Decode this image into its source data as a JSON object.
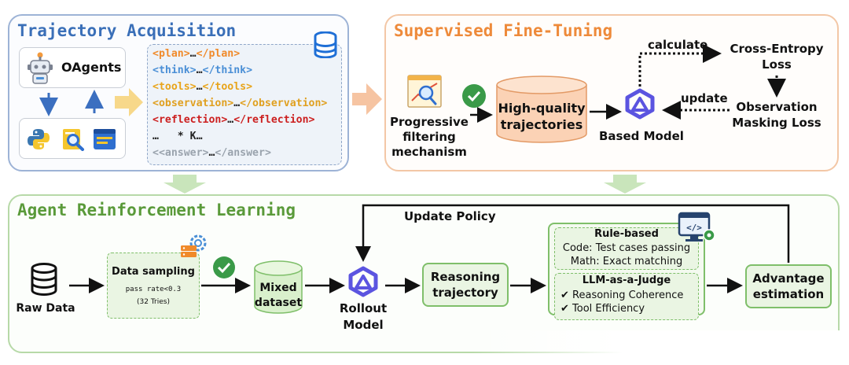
{
  "trajectory_acquisition": {
    "title": "Trajectory Acquisition",
    "agent_name": "OAgents",
    "tags": [
      {
        "open": "<plan>",
        "dots": "…",
        "close": "</plan>",
        "color": "#f08a2a"
      },
      {
        "open": "<think>",
        "dots": "…",
        "close": "</think>",
        "color": "#4a8fd6"
      },
      {
        "open": "<tools>",
        "dots": "…",
        "close": "</tools>",
        "color": "#e8a41a"
      },
      {
        "open": "<observation>",
        "dots": "…",
        "close": "</observation>",
        "color": "#e0a020"
      },
      {
        "open": "<reflection>",
        "dots": "…",
        "close": "</reflection>",
        "color": "#cc1f1f"
      },
      {
        "open": "…",
        "dots": "   * K",
        "close": "…",
        "color": "#222222"
      },
      {
        "open": "<<answer>",
        "dots": "…",
        "close": "</answer>",
        "color": "#9aa3ad"
      }
    ]
  },
  "sft": {
    "title": "Supervised Fine-Tuning",
    "filtering_label": "Progressive\nfiltering\nmechanism",
    "hq_label": "High-quality\ntrajectories",
    "based_model": "Based Model",
    "calculate": "calculate",
    "update": "update",
    "ce_loss": "Cross-Entropy\nLoss",
    "obs_loss": "Observation\nMasking Loss"
  },
  "arl": {
    "title": "Agent Reinforcement Learning",
    "update_policy": "Update Policy",
    "raw_data": "Raw Data",
    "data_sampling": "Data sampling",
    "pass_rate": "pass rate<0.3",
    "tries": "(32 Tries)",
    "mixed_dataset": "Mixed\ndataset",
    "rollout_model": "Rollout\nModel",
    "reasoning_trajectory": "Reasoning\ntrajectory",
    "rule_based": "Rule-based",
    "code_rule": "Code: Test cases passing",
    "math_rule": "Math: Exact matching",
    "llm_judge": "LLM-as-a-Judge",
    "judge_items": [
      "✔ Reasoning Coherence",
      "✔ Tool Efficiency"
    ],
    "advantage": "Advantage\nestimation"
  },
  "colors": {
    "blue_panel": "#9db3d6",
    "orange_panel": "#f3c7a6",
    "green_panel": "#b7d9a8",
    "title_blue": "#3a6fb8",
    "title_orange": "#ee8a3a",
    "title_green": "#5a9a3a",
    "box_green": "#eaf5e3",
    "box_green_border": "#7fbf6a",
    "cyl_orange": "#fbd2b5",
    "cyl_green": "#d9f0cc",
    "model_purple": "#5b54e0"
  }
}
